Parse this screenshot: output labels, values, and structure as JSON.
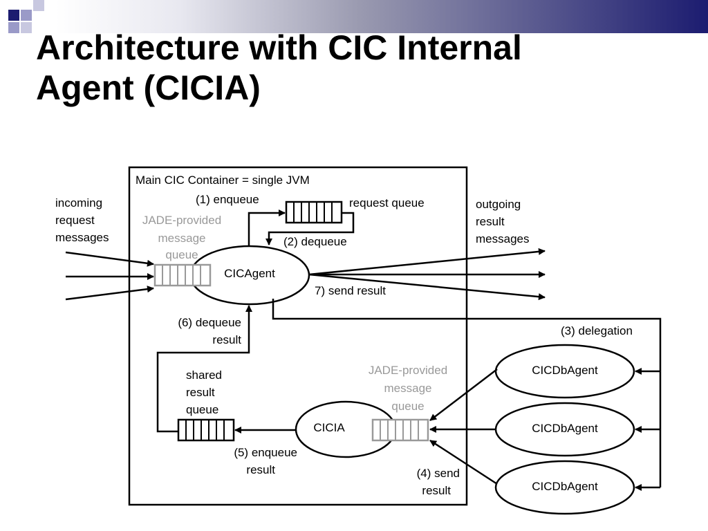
{
  "slide": {
    "title_line1": "Architecture with CIC Internal",
    "title_line2": "Agent (CICIA)"
  },
  "diagram": {
    "container_label": "Main CIC Container = single JVM",
    "incoming": [
      "incoming",
      "request",
      "messages"
    ],
    "outgoing": [
      "outgoing",
      "result",
      "messages"
    ],
    "jade_queue_top": [
      "JADE-provided",
      "message",
      "queue"
    ],
    "jade_queue_bottom": [
      "JADE-provided",
      "message",
      "queue"
    ],
    "step1": "(1) enqueue",
    "request_queue": "request queue",
    "step2": "(2) dequeue",
    "cicagent": "CICAgent",
    "step7": "7) send result",
    "step3": "(3) delegation",
    "step6": [
      "(6) dequeue",
      "result"
    ],
    "shared_queue": [
      "shared",
      "result",
      "queue"
    ],
    "cicia": "CICIA",
    "step5": [
      "(5) enqueue",
      "result"
    ],
    "step4": [
      "(4) send",
      "result"
    ],
    "dbagents": [
      "CICDbAgent",
      "CICDbAgent",
      "CICDbAgent"
    ]
  }
}
